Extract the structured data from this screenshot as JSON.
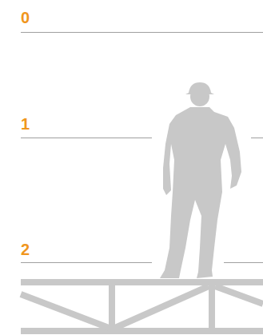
{
  "diagram": {
    "labels": [
      "0",
      "1",
      "2"
    ]
  }
}
